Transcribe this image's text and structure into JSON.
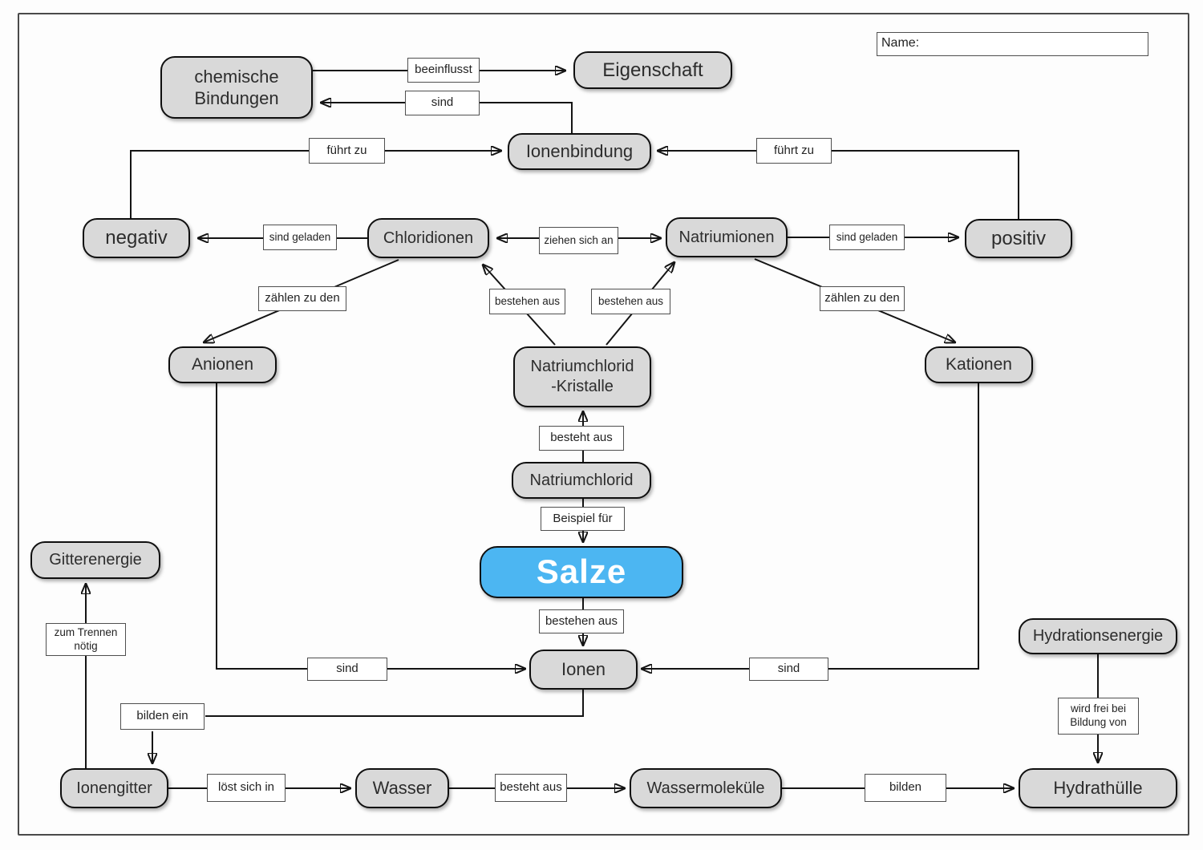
{
  "header": {
    "name_label": "Name:"
  },
  "colors": {
    "node_fill": "#d9d9d9",
    "node_border": "#0f0f0f",
    "salze_fill": "#4cb6f2",
    "salze_text": "#ffffff",
    "line": "#141414",
    "label_box_fill": "#ffffff"
  },
  "nodes": {
    "chemische_bindungen": {
      "line1": "chemische",
      "line2": "Bindungen"
    },
    "eigenschaft": "Eigenschaft",
    "ionenbindung": "Ionenbindung",
    "negativ": "negativ",
    "chloridionen": "Chloridionen",
    "natriumionen": "Natriumionen",
    "positiv": "positiv",
    "anionen": "Anionen",
    "natriumchlorid_kristalle": {
      "line1": "Natriumchlorid",
      "line2": "-Kristalle"
    },
    "kationen": "Kationen",
    "natriumchlorid": "Natriumchlorid",
    "salze": "Salze",
    "ionen": "Ionen",
    "gitterenergie": "Gitterenergie",
    "hydrationsenergie": "Hydrationsenergie",
    "ionengitter": "Ionengitter",
    "wasser": "Wasser",
    "wassermolekuele": "Wassermoleküle",
    "hydrathuelle": "Hydrathülle"
  },
  "edges": {
    "beeinflusst": "beeinflusst",
    "sind_top": "sind",
    "fuehrt_zu_links": "führt zu",
    "fuehrt_zu_rechts": "führt zu",
    "sind_geladen_links": "sind geladen",
    "ziehen_sich_an": "ziehen sich an",
    "sind_geladen_rechts": "sind geladen",
    "zaehlen_zu_den_links": "zählen zu den",
    "bestehen_aus_links": "bestehen aus",
    "bestehen_aus_rechts": "bestehen aus",
    "zaehlen_zu_den_rechts": "zählen zu den",
    "besteht_aus": "besteht aus",
    "beispiel_fuer": "Beispiel für",
    "bestehen_aus_salze": "bestehen aus",
    "sind_links": "sind",
    "sind_rechts": "sind",
    "bilden_ein": "bilden ein",
    "zum_trennen": {
      "line1": "zum Trennen",
      "line2": "nötig"
    },
    "wird_frei": {
      "line1": "wird frei bei",
      "line2": "Bildung von"
    },
    "loest_sich_in": "löst sich in",
    "besteht_aus_wasser": "besteht aus",
    "bilden": "bilden"
  }
}
